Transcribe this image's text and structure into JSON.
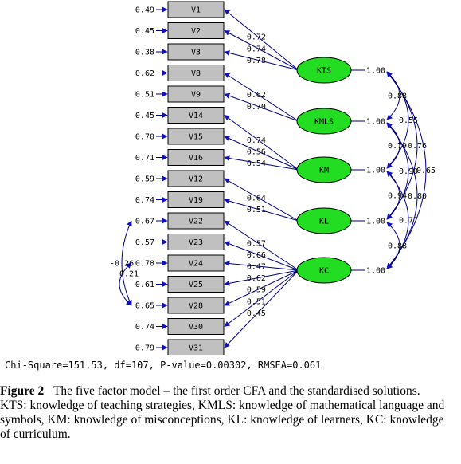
{
  "indicators": [
    {
      "name": "V1",
      "error": "0.49"
    },
    {
      "name": "V2",
      "error": "0.45"
    },
    {
      "name": "V3",
      "error": "0.38"
    },
    {
      "name": "V8",
      "error": "0.62"
    },
    {
      "name": "V9",
      "error": "0.51"
    },
    {
      "name": "V14",
      "error": "0.45"
    },
    {
      "name": "V15",
      "error": "0.70"
    },
    {
      "name": "V16",
      "error": "0.71"
    },
    {
      "name": "V12",
      "error": "0.59"
    },
    {
      "name": "V19",
      "error": "0.74"
    },
    {
      "name": "V22",
      "error": "0.67"
    },
    {
      "name": "V23",
      "error": "0.57"
    },
    {
      "name": "V24",
      "error": "0.78"
    },
    {
      "name": "V25",
      "error": "0.61"
    },
    {
      "name": "V28",
      "error": "0.65"
    },
    {
      "name": "V30",
      "error": "0.74"
    },
    {
      "name": "V31",
      "error": "0.79"
    }
  ],
  "factors": [
    {
      "name": "KTS",
      "variance": "1.00"
    },
    {
      "name": "KMLS",
      "variance": "1.00"
    },
    {
      "name": "KM",
      "variance": "1.00"
    },
    {
      "name": "KL",
      "variance": "1.00"
    },
    {
      "name": "KC",
      "variance": "1.00"
    }
  ],
  "loadings": [
    {
      "factor": 0,
      "indicator": 0,
      "value": "0.72"
    },
    {
      "factor": 0,
      "indicator": 1,
      "value": "0.74"
    },
    {
      "factor": 0,
      "indicator": 2,
      "value": "0.78"
    },
    {
      "factor": 1,
      "indicator": 3,
      "value": "0.62"
    },
    {
      "factor": 1,
      "indicator": 4,
      "value": "0.70"
    },
    {
      "factor": 2,
      "indicator": 5,
      "value": "0.74"
    },
    {
      "factor": 2,
      "indicator": 6,
      "value": "0.56"
    },
    {
      "factor": 2,
      "indicator": 7,
      "value": "0.54"
    },
    {
      "factor": 3,
      "indicator": 8,
      "value": "0.64"
    },
    {
      "factor": 3,
      "indicator": 9,
      "value": "0.51"
    },
    {
      "factor": 4,
      "indicator": 10,
      "value": "0.57"
    },
    {
      "factor": 4,
      "indicator": 11,
      "value": "0.66"
    },
    {
      "factor": 4,
      "indicator": 12,
      "value": "0.47"
    },
    {
      "factor": 4,
      "indicator": 13,
      "value": "0.62"
    },
    {
      "factor": 4,
      "indicator": 14,
      "value": "0.59"
    },
    {
      "factor": 4,
      "indicator": 15,
      "value": "0.51"
    },
    {
      "factor": 4,
      "indicator": 16,
      "value": "0.45"
    }
  ],
  "factor_correlations": [
    {
      "from": 0,
      "to": 1,
      "value": "0.88"
    },
    {
      "from": 0,
      "to": 2,
      "value": "0.55"
    },
    {
      "from": 0,
      "to": 3,
      "value": "0.76"
    },
    {
      "from": 0,
      "to": 4,
      "value": "0.65"
    },
    {
      "from": 1,
      "to": 2,
      "value": "0.79"
    },
    {
      "from": 1,
      "to": 3,
      "value": "0.90"
    },
    {
      "from": 1,
      "to": 4,
      "value": "0.80"
    },
    {
      "from": 2,
      "to": 3,
      "value": "0.94"
    },
    {
      "from": 2,
      "to": 4,
      "value": "0.77"
    },
    {
      "from": 3,
      "to": 4,
      "value": "0.88"
    }
  ],
  "error_covariances": [
    {
      "from": 10,
      "to": 14,
      "value": "-0.26"
    },
    {
      "from": 12,
      "to": 14,
      "value": "0.21"
    }
  ],
  "fit_statistics": "Chi-Square=151.53, df=107, P-value=0.00302, RMSEA=0.061",
  "caption": {
    "label": "Figure 2",
    "title": "The five factor model – the first order CFA and the standardised solutions.",
    "abbreviations": "KTS: knowledge of teaching strategies, KMLS: knowledge of mathematical language and symbols, KM: knowledge of misconceptions, KL: knowledge of learners, KC: knowledge of curriculum."
  },
  "colors": {
    "indicator_fill": "#c0c0c0",
    "factor_fill": "#22dd22",
    "path": "#000080",
    "arrowhead": "#1010c0"
  }
}
